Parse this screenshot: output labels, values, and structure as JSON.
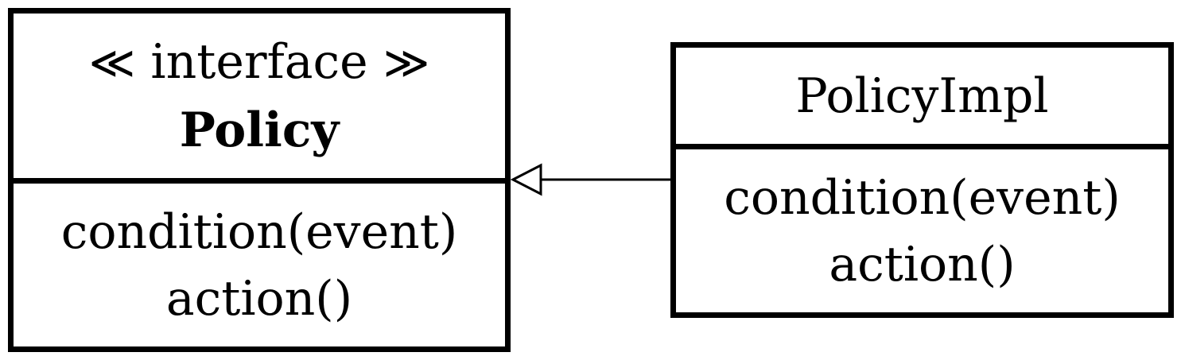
{
  "interface": {
    "stereotype_open": "≪",
    "stereotype_word": "interface",
    "stereotype_close": "≫",
    "name": "Policy",
    "operations": [
      "condition(event)",
      "action()"
    ]
  },
  "implementation": {
    "name": "PolicyImpl",
    "operations": [
      "condition(event)",
      "action()"
    ]
  }
}
